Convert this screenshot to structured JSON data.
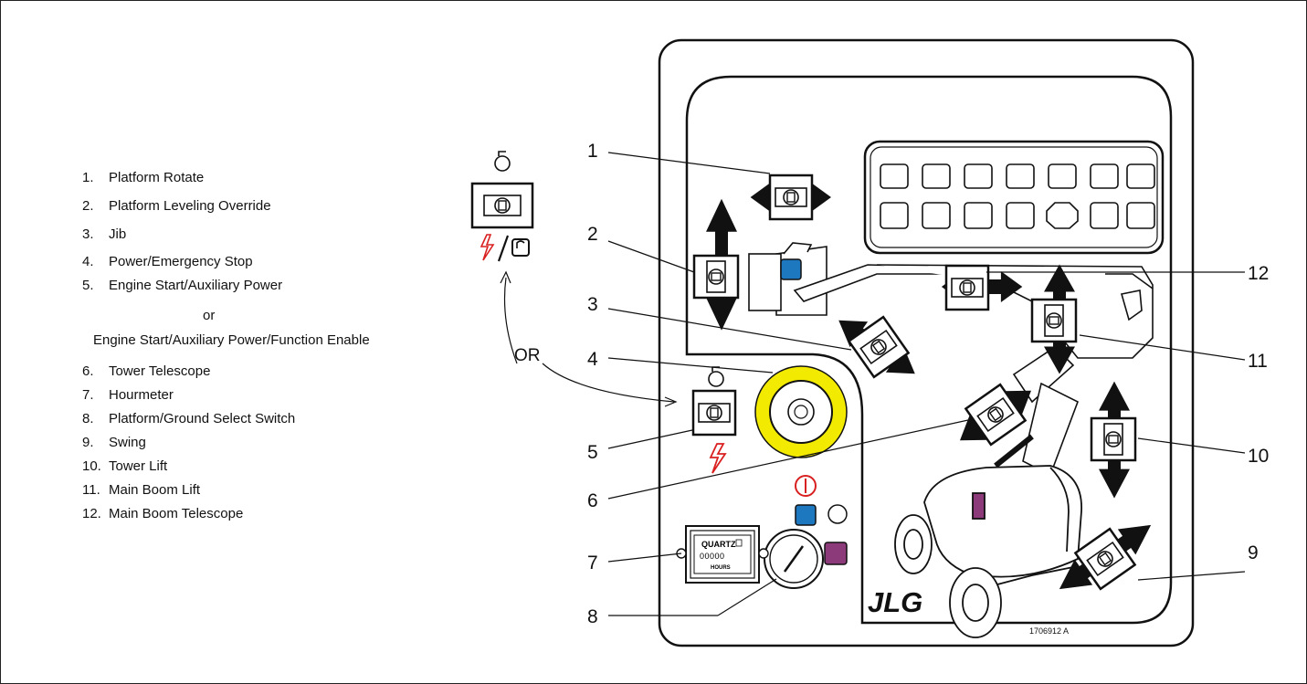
{
  "legend": {
    "items": [
      {
        "num": "1.",
        "text": "Platform Rotate"
      },
      {
        "num": "2.",
        "text": "Platform Leveling Override"
      },
      {
        "num": "3.",
        "text": "Jib"
      },
      {
        "num": "4.",
        "text": "Power/Emergency Stop"
      },
      {
        "num": "5.",
        "text": "Engine Start/Auxiliary Power"
      },
      {
        "num": "6.",
        "text": "Tower Telescope"
      },
      {
        "num": "7.",
        "text": "Hourmeter"
      },
      {
        "num": "8.",
        "text": "Platform/Ground Select Switch"
      },
      {
        "num": "9.",
        "text": "Swing"
      },
      {
        "num": "10.",
        "text": "Tower Lift"
      },
      {
        "num": "11.",
        "text": "Main Boom Lift"
      },
      {
        "num": "12.",
        "text": "Main Boom Telescope"
      }
    ],
    "or_word": "or",
    "alt_item_5": "Engine Start/Auxiliary Power/Function Enable"
  },
  "diagram": {
    "or_label": "OR",
    "callouts": [
      "1",
      "2",
      "3",
      "4",
      "5",
      "6",
      "7",
      "8",
      "9",
      "10",
      "11",
      "12"
    ],
    "hourmeter_brand": "QUARTZ",
    "hourmeter_digits": "00000",
    "hourmeter_unit": "HOURS",
    "logo": "JLG",
    "part_number": "1706912 A"
  },
  "colors": {
    "blue": "#1e78c0",
    "purple": "#8c3a7a",
    "yellow": "#f2ea00",
    "red": "#d92020"
  }
}
